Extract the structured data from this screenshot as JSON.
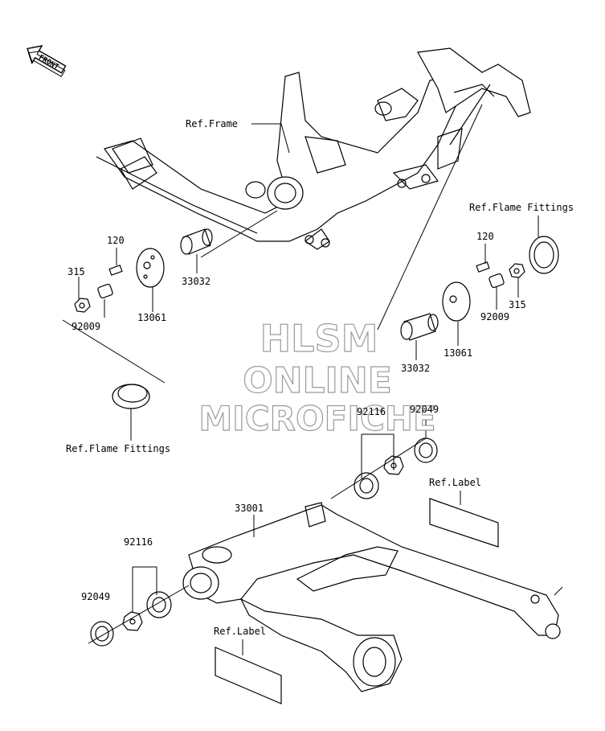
{
  "watermark": {
    "line1": "HLSM",
    "line2": "ONLINE",
    "line3": "MICROFICHE"
  },
  "front_badge": "FRONT",
  "labels": {
    "ref_frame": "Ref.Frame",
    "ref_flame_fittings_right": "Ref.Flame Fittings",
    "ref_flame_fittings_left": "Ref.Flame Fittings",
    "ref_label_right": "Ref.Label",
    "ref_label_left": "Ref.Label",
    "p120_left": "120",
    "p315_left": "315",
    "p92009_left": "92009",
    "p13061_left": "13061",
    "p33032_left": "33032",
    "p120_right": "120",
    "p315_right": "315",
    "p92009_right": "92009",
    "p13061_right": "13061",
    "p33032_right": "33032",
    "p92116_right": "92116",
    "p92049_right": "92049",
    "p33001": "33001",
    "p92116_left": "92116",
    "p92049_left": "92049"
  }
}
